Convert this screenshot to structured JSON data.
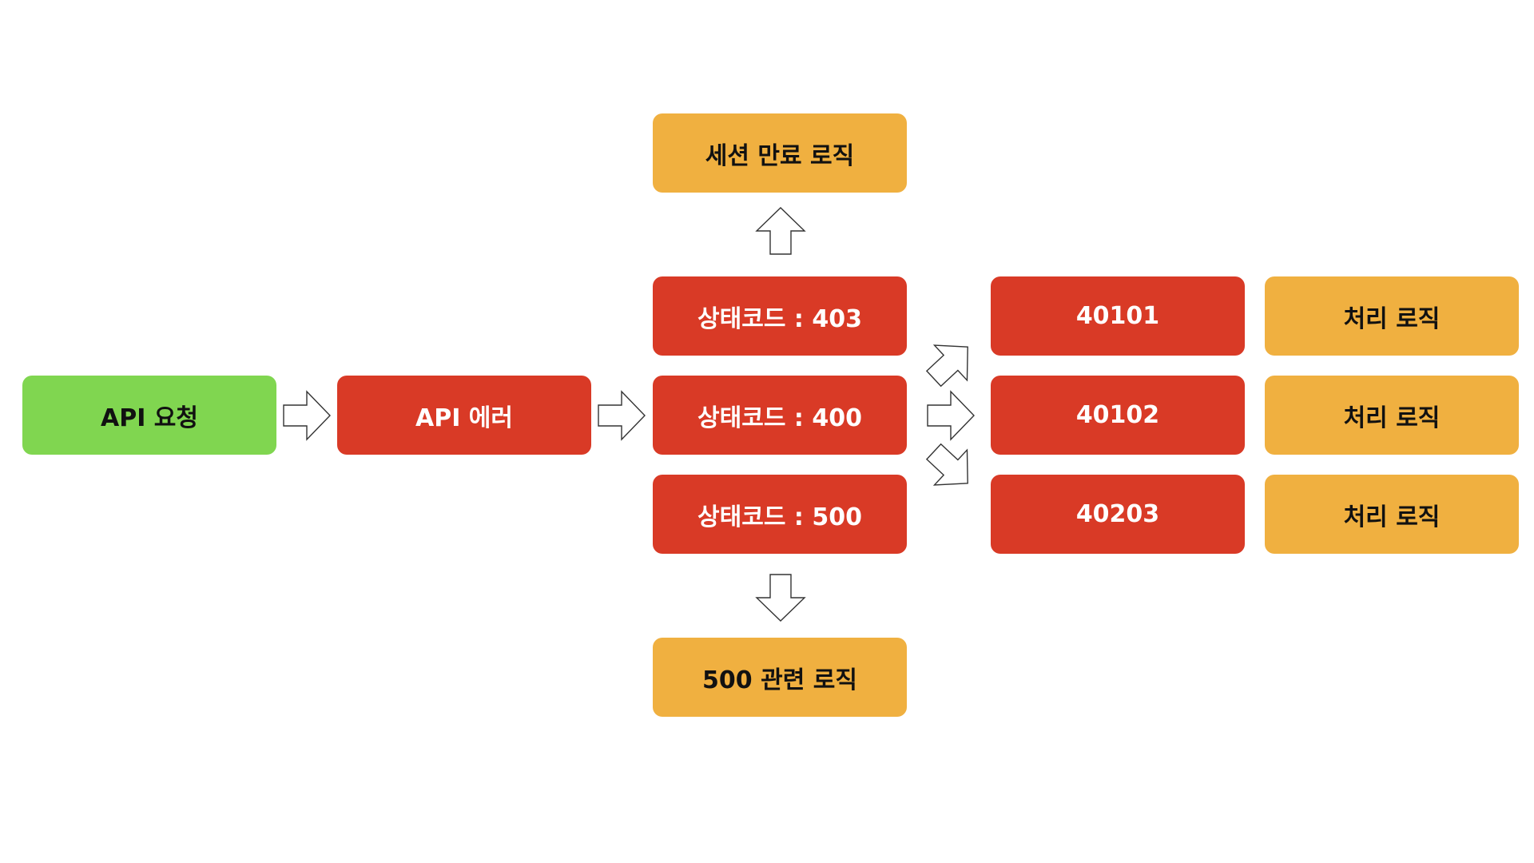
{
  "diagram": {
    "start": {
      "label": "API 요청",
      "color": "#80d650"
    },
    "api_error": {
      "label": "API 에러",
      "color": "#d93a26"
    },
    "status_codes": [
      {
        "label": "상태코드 : 403"
      },
      {
        "label": "상태코드 : 400"
      },
      {
        "label": "상태코드 : 500"
      }
    ],
    "session_logic": {
      "label": "세션 만료 로직"
    },
    "server_logic": {
      "label": "500 관련 로직"
    },
    "error_codes": [
      {
        "label": "40101"
      },
      {
        "label": "40102"
      },
      {
        "label": "40203"
      }
    ],
    "handlers": [
      {
        "label": "처리 로직"
      },
      {
        "label": "처리 로직"
      },
      {
        "label": "처리 로직"
      }
    ],
    "colors": {
      "start": "#80d650",
      "error": "#d93a26",
      "logic": "#f0b040",
      "arrow_fill": "#ffffff",
      "arrow_stroke": "#333333"
    }
  }
}
